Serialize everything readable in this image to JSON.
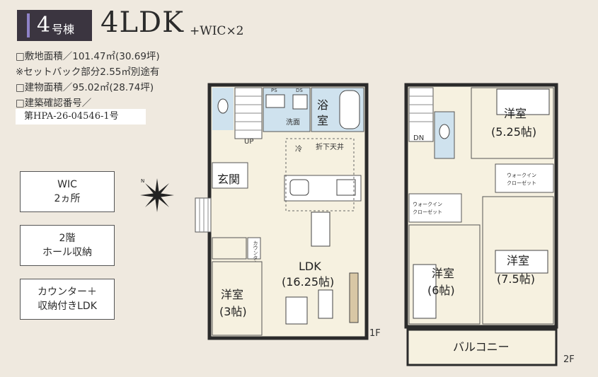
{
  "header": {
    "building_number": "4",
    "building_suffix": "号棟",
    "plan_type": "4LDK",
    "plan_extra": "+WIC×2"
  },
  "specs": {
    "site_area": "□敷地面積／101.47㎡(30.69坪)",
    "setback_note": "※セットバック部分2.55㎡別途有",
    "building_area": "□建物面積／95.02㎡(28.74坪)",
    "permit_label": "□建築確認番号／",
    "permit_number": "第HPA-26-04546-1号"
  },
  "features": {
    "wic_line1": "WIC",
    "wic_line2": "2ヵ所",
    "storage_line1": "2階",
    "storage_line2": "ホール収納",
    "counter_line1": "カウンター＋",
    "counter_line2": "収納付きLDK"
  },
  "floor1": {
    "floor_label": "1F",
    "bath": "浴",
    "bath2": "室",
    "washroom": "洗面",
    "ps": "PS",
    "ds": "DS",
    "stairs_up": "UP",
    "ceiling": "折下天井",
    "fridge": "冷",
    "entrance": "玄関",
    "counter": "カウンター",
    "ldk_name": "LDK",
    "ldk_size": "(16.25帖)",
    "room_name": "洋室",
    "room_size": "(3帖)"
  },
  "floor2": {
    "floor_label": "2F",
    "stairs_down": "DN",
    "room1_name": "洋室",
    "room1_size": "(5.25帖)",
    "wic1": "ウォークイン",
    "wic1b": "クローゼット",
    "wic2": "ウォークイン",
    "wic2b": "クローゼット",
    "room2_name": "洋室",
    "room2_size": "(6帖)",
    "room3_name": "洋室",
    "room3_size": "(7.5帖)",
    "balcony": "バルコニー"
  },
  "colors": {
    "background": "#efe9df",
    "badge": "#3b3540",
    "badge_accent": "#8e82c8",
    "room_fill": "#f6f1e0",
    "water_fill": "#cfe2ee",
    "wall": "#2b2b2b"
  }
}
